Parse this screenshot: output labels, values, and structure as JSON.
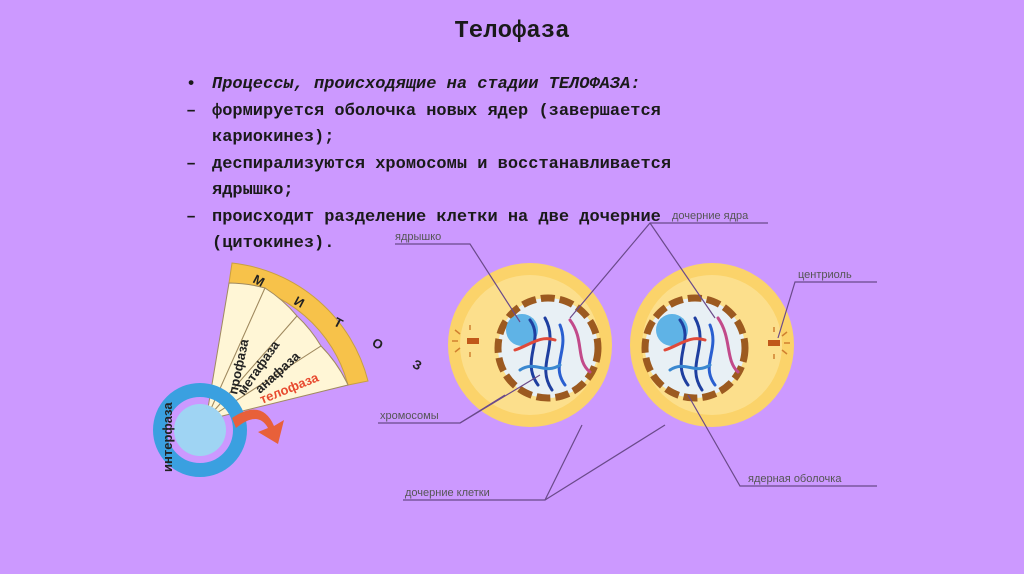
{
  "slide": {
    "title": "Телофаза",
    "bullets": [
      {
        "mark": "•",
        "text": "Процессы, происходящие на стадии ТЕЛОФАЗА:",
        "lead": true
      },
      {
        "mark": "–",
        "text": "формируется оболочка новых ядер (завершается"
      },
      {
        "mark": "",
        "text": "кариокинез);"
      },
      {
        "mark": "–",
        "text": "деспирализуются хромосомы и восстанавливается"
      },
      {
        "mark": "",
        "text": "ядрышко;"
      },
      {
        "mark": "–",
        "text": "происходит разделение клетки на две дочерние"
      },
      {
        "mark": "",
        "text": "(цитокинез)."
      }
    ]
  },
  "mitosis_chart": {
    "header": "М И Т О З",
    "phases": [
      "профаза",
      "метафаза",
      "анафаза",
      "телофаза"
    ],
    "interphase": "интерфаза",
    "colors": {
      "header": "#f7c24a",
      "sector": "#fff6d6",
      "highlight": "#e84a2f",
      "ring": "#3aa0e0"
    }
  },
  "cell_diagram": {
    "labels": {
      "nucleolus": "ядрышко",
      "daughter_nuclei": "дочерние ядра",
      "centriole": "центриоль",
      "chromosomes": "хромосомы",
      "nuclear_envelope": "ядерная оболочка",
      "daughter_cells": "дочерние клетки"
    },
    "colors": {
      "cytoplasm": "#fbd36a",
      "nucleus": "#e8f0f5",
      "nucleolus": "#5fb3e6",
      "envelope": "#9c5a20"
    }
  }
}
